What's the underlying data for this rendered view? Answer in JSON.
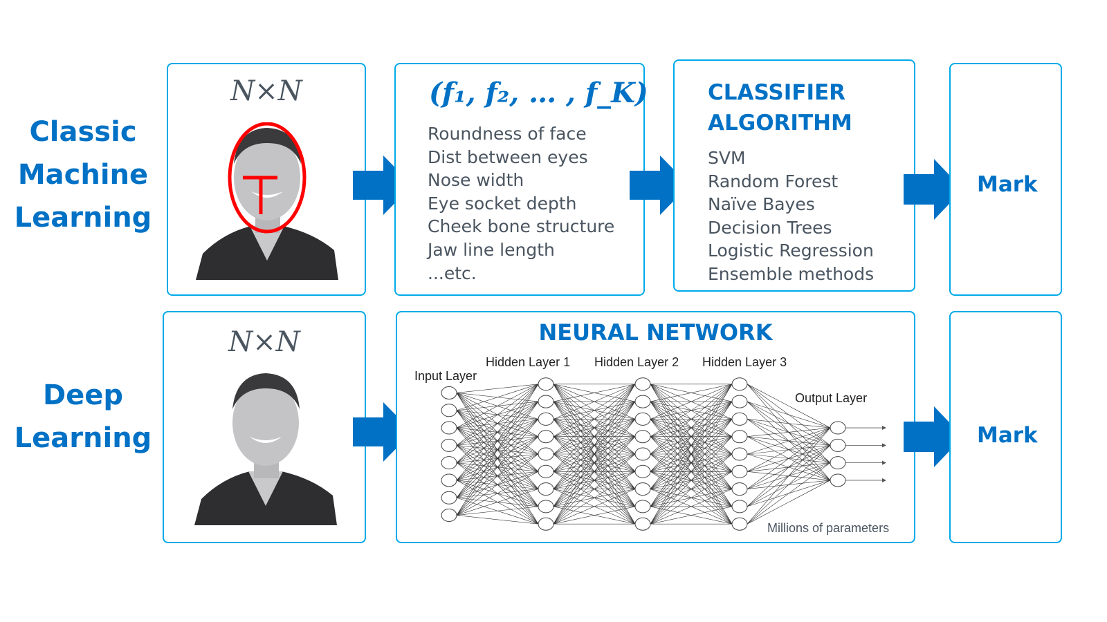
{
  "colors": {
    "accent": "#0071c5",
    "border": "#00a9e8",
    "body_text": "#4a5560",
    "annotation": "#ff0000"
  },
  "classic": {
    "row_label": [
      "Classic",
      "Machine",
      "Learning"
    ],
    "input": {
      "dim_label": "N×N",
      "image": "grayscale-face-photo-with-red-face-annotation"
    },
    "features": {
      "title": "(f₁, f₂, … , f_K)",
      "items": [
        "Roundness of face",
        "Dist between eyes",
        "Nose width",
        "Eye socket depth",
        "Cheek bone structure",
        "Jaw line length",
        "...etc."
      ]
    },
    "classifier": {
      "title": [
        "CLASSIFIER",
        "ALGORITHM"
      ],
      "items": [
        "SVM",
        "Random Forest",
        "Naïve Bayes",
        "Decision Trees",
        "Logistic Regression",
        "Ensemble methods"
      ]
    },
    "output": {
      "label": "Mark"
    }
  },
  "deep": {
    "row_label": [
      "Deep",
      "Learning"
    ],
    "input": {
      "dim_label": "N×N",
      "image": "grayscale-face-photo"
    },
    "network": {
      "title": "NEURAL NETWORK",
      "layers": [
        {
          "label": "Input Layer",
          "nodes": 8
        },
        {
          "label": "Hidden Layer 1",
          "nodes": 9
        },
        {
          "label": "Hidden Layer 2",
          "nodes": 9
        },
        {
          "label": "Hidden Layer 3",
          "nodes": 9
        },
        {
          "label": "Output Layer",
          "nodes": 4
        }
      ],
      "note": "Millions of parameters"
    },
    "output": {
      "label": "Mark"
    }
  },
  "arrow_icon": "right-arrow-icon"
}
